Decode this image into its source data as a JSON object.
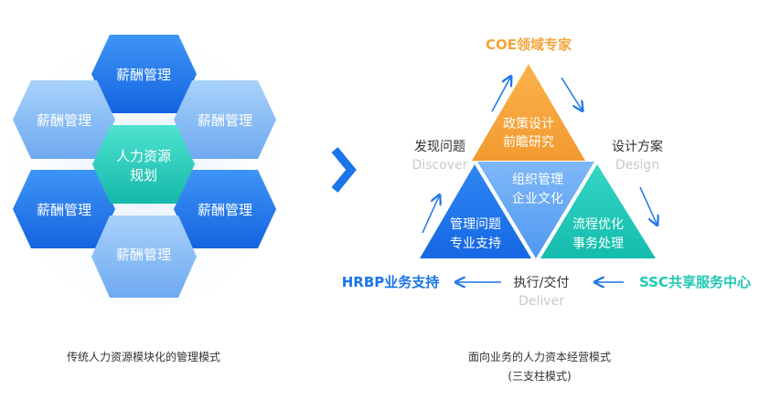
{
  "left": {
    "top": "薪酬管理",
    "upper_left": "薪酬管理",
    "upper_right": "薪酬管理",
    "lower_left": "薪酬管理",
    "lower_right": "薪酬管理",
    "bottom": "薪酬管理",
    "center_line1": "人力资源",
    "center_line2": "规划",
    "caption": "传统人力资源模块化的管理模式"
  },
  "right": {
    "coe": "COE领域专家",
    "top_tri_line1": "政策设计",
    "top_tri_line2": "前瞻研究",
    "mid_tri_line1": "组织管理",
    "mid_tri_line2": "企业文化",
    "left_tri_line1": "管理问题",
    "left_tri_line2": "专业支持",
    "right_tri_line1": "流程优化",
    "right_tri_line2": "事务处理",
    "discover_cn": "发现问题",
    "discover_en": "Discover",
    "design_cn": "设计方案",
    "design_en": "Design",
    "deliver_cn": "执行/交付",
    "deliver_en": "Deliver",
    "hrbp": "HRBP业务支持",
    "ssc": "SSC共享服务中心",
    "caption_line1": "面向业务的人力资本经营模式",
    "caption_line2": "(三支柱模式)"
  },
  "colors": {
    "blue_dark": "#1a74ea",
    "blue_light": "#8ec1f5",
    "teal": "#1fc8b4",
    "orange": "#f6a43a",
    "text_gray": "#c6c9cf",
    "text_dark": "#333333"
  }
}
